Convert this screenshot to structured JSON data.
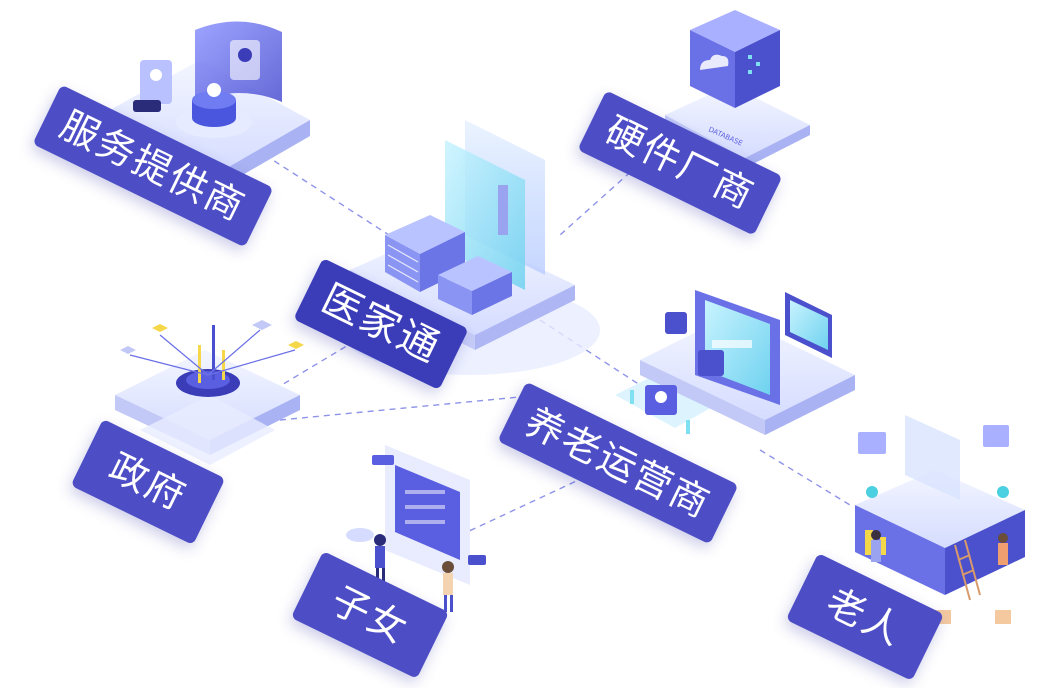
{
  "center": {
    "label": "医家通"
  },
  "nodes": {
    "service_provider": "服务提供商",
    "hardware_vendor": "硬件厂商",
    "government": "政府",
    "elderly_operator": "养老运营商",
    "children": "子女",
    "elderly": "老人"
  },
  "illustration_text": {
    "database_label": "DATABASE"
  },
  "colors": {
    "tag_bg": "#4d4ec6",
    "tag_bg_center": "#3a3cb8",
    "accent_blue": "#5a5ee0",
    "light_blue": "#d8e3ff",
    "cyan": "#7ee0f0",
    "yellow": "#f5d84a",
    "connector": "#8f93e8"
  }
}
